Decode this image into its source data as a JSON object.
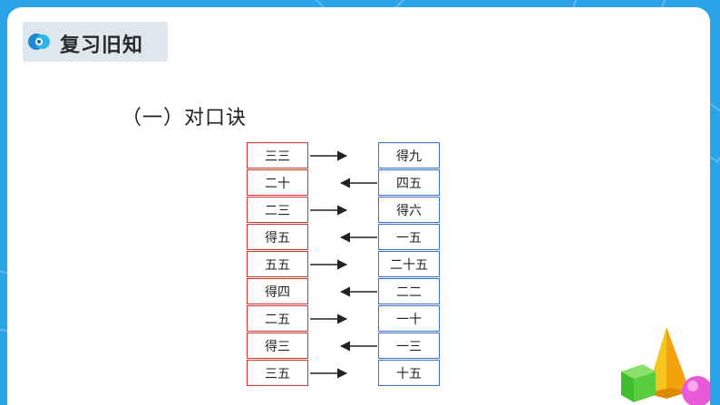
{
  "header": {
    "title": "复习旧知",
    "logo_icon": "brand-logo-icon"
  },
  "section": {
    "heading": "（一）对口诀"
  },
  "left_column": [
    "三三",
    "二十",
    "二三",
    "得五",
    "五五",
    "得四",
    "二五",
    "得三",
    "三五"
  ],
  "right_column": [
    "得九",
    "四五",
    "得六",
    "一五",
    "二十五",
    "二二",
    "一十",
    "一三",
    "十五"
  ],
  "arrow_directions": [
    "right",
    "left",
    "right",
    "left",
    "right",
    "left",
    "right",
    "left",
    "right"
  ],
  "colors": {
    "frame_blue": "#2aa3e8",
    "left_border": "#d0342f",
    "right_border": "#3b6fc9",
    "arrow": "#222222",
    "header_bg": "#dfe6ec"
  },
  "decorations": {
    "corner_shapes": "3d-cube-pyramid-sphere-illustration"
  }
}
